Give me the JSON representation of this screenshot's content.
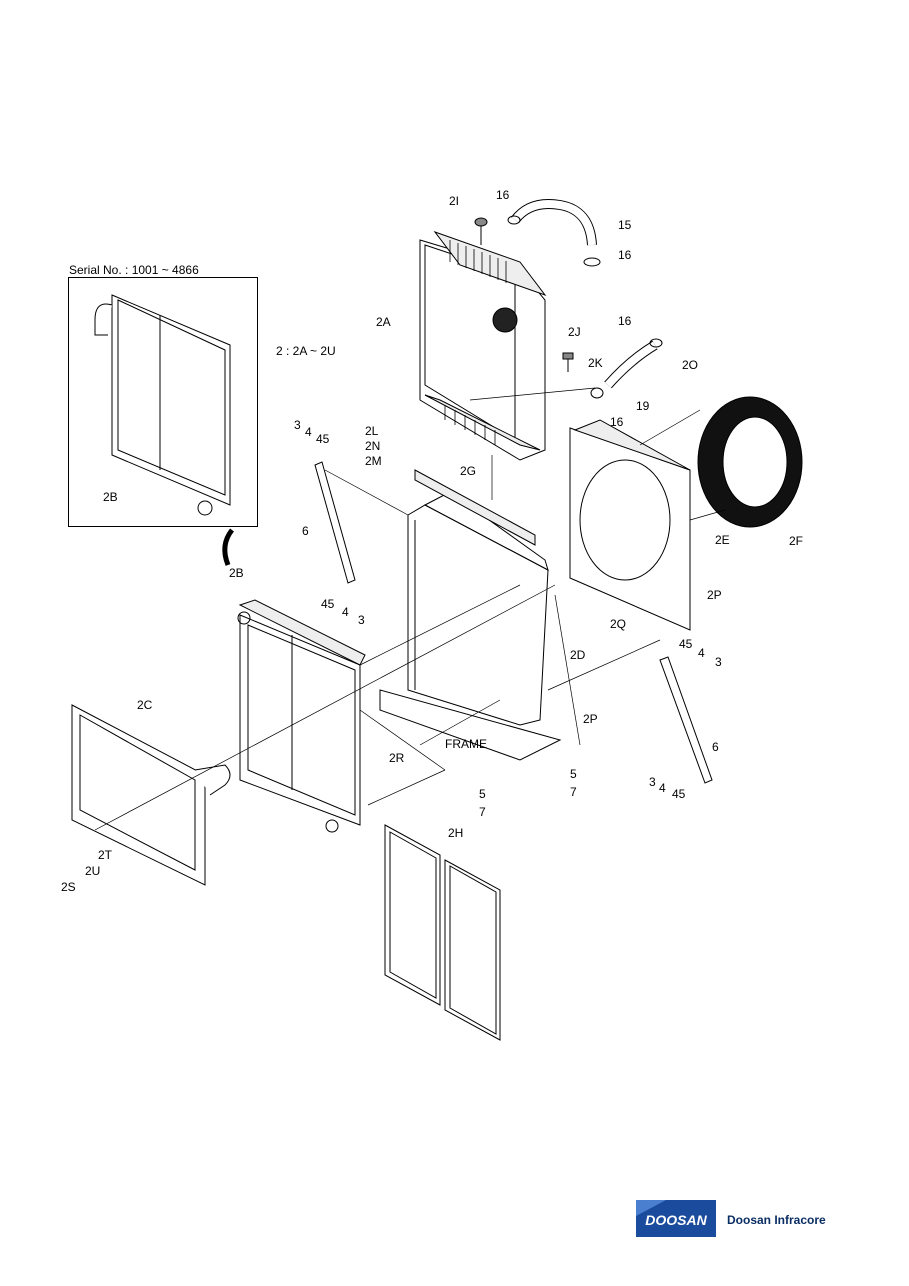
{
  "inset": {
    "serial_label": "Serial No. : 1001 ~ 4866",
    "part_label": "2B"
  },
  "range_note": "2 : 2A ~ 2U",
  "labels": {
    "l_2I": "2I",
    "l_16a": "16",
    "l_15": "15",
    "l_16b": "16",
    "l_2A": "2A",
    "l_2J": "2J",
    "l_2K": "2K",
    "l_16c": "16",
    "l_16d": "16",
    "l_19": "19",
    "l_2O": "2O",
    "l_3a": "3",
    "l_4a": "4",
    "l_45a": "45",
    "l_2L": "2L",
    "l_2N": "2N",
    "l_2M": "2M",
    "l_2G": "2G",
    "l_6a": "6",
    "l_2E": "2E",
    "l_2F": "2F",
    "l_2B": "2B",
    "l_45b": "45",
    "l_4b": "4",
    "l_3b": "3",
    "l_2P_a": "2P",
    "l_2Q": "2Q",
    "l_2D": "2D",
    "l_45c": "45",
    "l_4c": "4",
    "l_3c": "3",
    "l_2C": "2C",
    "l_2P_b": "2P",
    "l_FRAME": "FRAME",
    "l_2R": "2R",
    "l_6b": "6",
    "l_5a": "5",
    "l_7a": "7",
    "l_3d": "3",
    "l_4d": "4",
    "l_45d": "45",
    "l_5b": "5",
    "l_7b": "7",
    "l_2T": "2T",
    "l_2U": "2U",
    "l_2S": "2S",
    "l_2H": "2H"
  },
  "brand": {
    "logo_text": "DOOSAN",
    "company": "Doosan Infracore",
    "color": "#1a4b9c"
  }
}
